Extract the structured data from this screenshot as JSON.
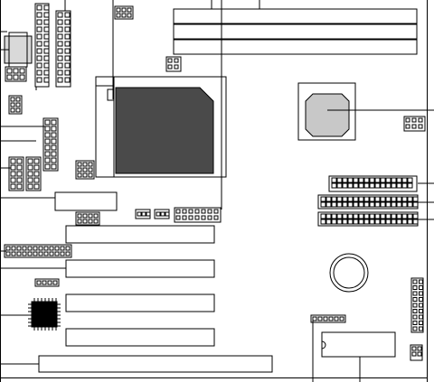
{
  "diagram": {
    "style": {
      "stroke": "#000000",
      "background": "#ffffff",
      "cpu_fill": "#4a4a4a",
      "chip_fill": "#c8c8c8",
      "socket_fill": "#d9d9d9"
    },
    "components": [
      {
        "id": "board-outline",
        "kind": "board-outline"
      },
      {
        "id": "atx-power-connector",
        "kind": "pin-header"
      },
      {
        "id": "io-ports-stack",
        "kind": "io-stack"
      },
      {
        "id": "back-panel-connector",
        "kind": "connector"
      },
      {
        "id": "dimm-slot-1",
        "kind": "memory-slot"
      },
      {
        "id": "dimm-slot-2",
        "kind": "memory-slot"
      },
      {
        "id": "dimm-slot-3",
        "kind": "memory-slot"
      },
      {
        "id": "cpu-socket",
        "kind": "cpu-socket"
      },
      {
        "id": "north-bridge-chip",
        "kind": "chip"
      },
      {
        "id": "primary-ide-connector",
        "kind": "ide-connector"
      },
      {
        "id": "secondary-ide-connector",
        "kind": "ide-connector"
      },
      {
        "id": "floppy-connector",
        "kind": "ide-connector"
      },
      {
        "id": "agp-slot",
        "kind": "expansion-slot"
      },
      {
        "id": "pci-slot-1",
        "kind": "expansion-slot"
      },
      {
        "id": "pci-slot-2",
        "kind": "expansion-slot"
      },
      {
        "id": "pci-slot-3",
        "kind": "expansion-slot"
      },
      {
        "id": "pci-slot-4",
        "kind": "expansion-slot"
      },
      {
        "id": "isa-slot",
        "kind": "expansion-slot"
      },
      {
        "id": "super-io-chip",
        "kind": "qfp-chip"
      },
      {
        "id": "bios-chip",
        "kind": "dip-chip"
      },
      {
        "id": "cmos-battery",
        "kind": "battery"
      },
      {
        "id": "front-panel-header",
        "kind": "pin-header"
      },
      {
        "id": "jumper-headers",
        "kind": "jumpers"
      },
      {
        "id": "fan-connectors",
        "kind": "fan-connector"
      },
      {
        "id": "callout-lines",
        "kind": "callouts"
      }
    ]
  }
}
